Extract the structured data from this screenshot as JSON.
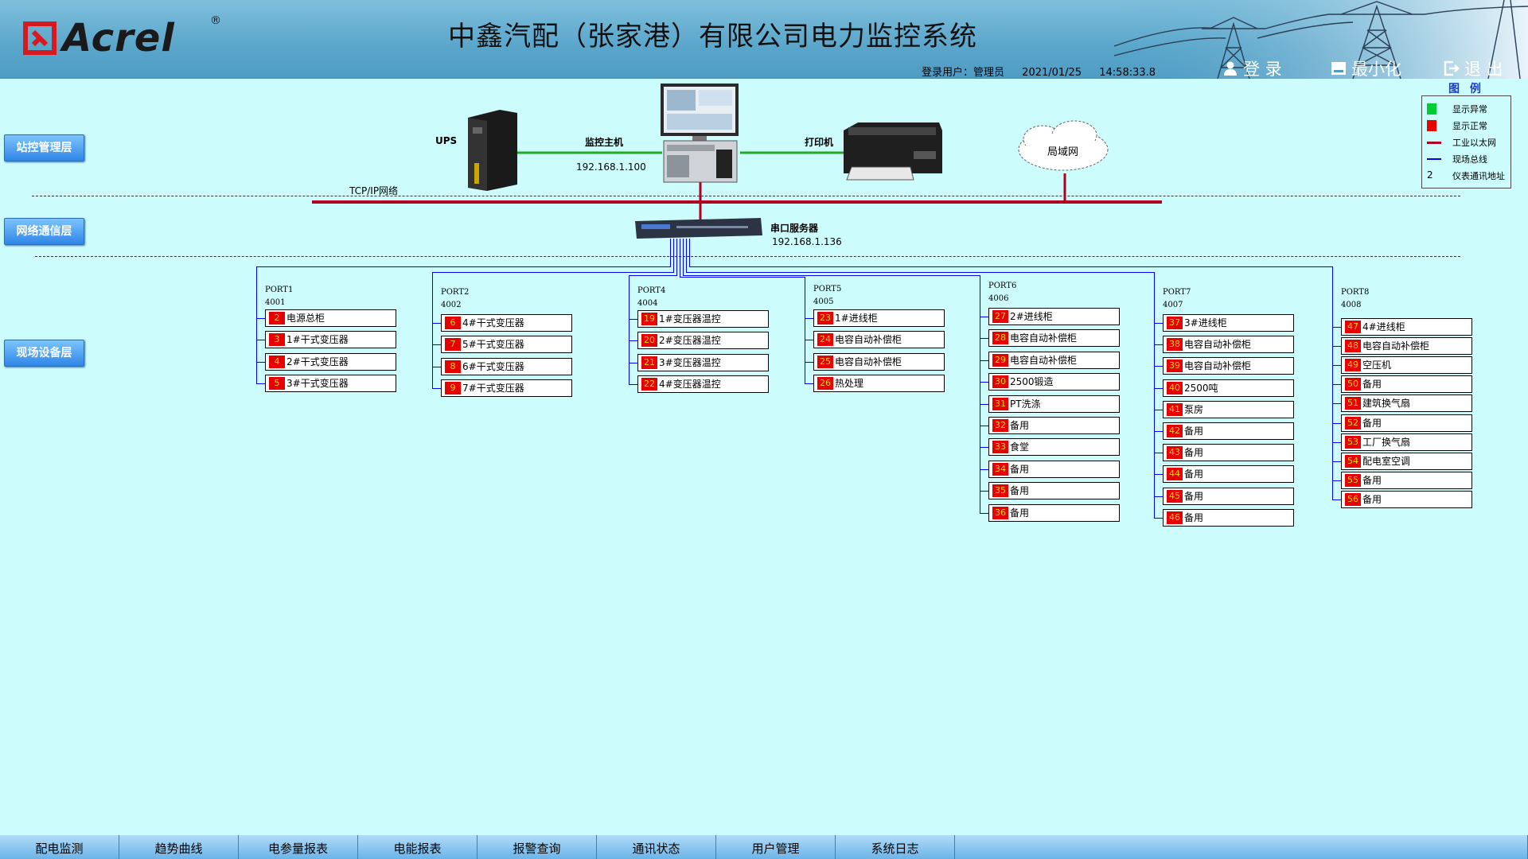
{
  "header": {
    "brand": "Acrel",
    "brand_mark": "®",
    "title": "中鑫汽配（张家港）有限公司电力监控系统",
    "login_user_label": "登录用户：",
    "login_user": "管理员",
    "date": "2021/01/25",
    "time": "14:58:33.8",
    "btn_login": "登 录",
    "btn_minimize": "最小化",
    "btn_exit": "退 出"
  },
  "layers": {
    "station": "站控管理层",
    "network": "网络通信层",
    "field": "现场设备层"
  },
  "topology": {
    "ups_label": "UPS",
    "host_label": "监控主机",
    "host_ip": "192.168.1.100",
    "printer_label": "打印机",
    "lan_label": "局域网",
    "tcpip_label": "TCP/IP网络",
    "serial_label": "串口服务器",
    "serial_ip": "192.168.1.136"
  },
  "legend": {
    "title": "图 例",
    "items": [
      {
        "label": "显示异常",
        "kind": "green"
      },
      {
        "label": "显示正常",
        "kind": "red"
      },
      {
        "label": "工业以太网",
        "kind": "darkred-line"
      },
      {
        "label": "现场总线",
        "kind": "blue-line"
      },
      {
        "label": "仪表通讯地址",
        "kind": "text",
        "text": "2"
      }
    ]
  },
  "colors": {
    "normal": "#e60000",
    "abnormal": "#00cc33",
    "ethernet": "#b00020",
    "fieldbus": "#0000ff",
    "background": "#ccfcfc"
  },
  "ports": [
    {
      "name": "PORT1",
      "code": "4001",
      "devices": [
        {
          "addr": "2",
          "name": "电源总柜"
        },
        {
          "addr": "3",
          "name": "1#干式变压器"
        },
        {
          "addr": "4",
          "name": "2#干式变压器"
        },
        {
          "addr": "5",
          "name": "3#干式变压器"
        }
      ]
    },
    {
      "name": "PORT2",
      "code": "4002",
      "devices": [
        {
          "addr": "6",
          "name": "4#干式变压器"
        },
        {
          "addr": "7",
          "name": "5#干式变压器"
        },
        {
          "addr": "8",
          "name": "6#干式变压器"
        },
        {
          "addr": "9",
          "name": "7#干式变压器"
        }
      ]
    },
    {
      "name": "PORT4",
      "code": "4004",
      "devices": [
        {
          "addr": "19",
          "name": "1#变压器温控"
        },
        {
          "addr": "20",
          "name": "2#变压器温控"
        },
        {
          "addr": "21",
          "name": "3#变压器温控"
        },
        {
          "addr": "22",
          "name": "4#变压器温控"
        }
      ]
    },
    {
      "name": "PORT5",
      "code": "4005",
      "devices": [
        {
          "addr": "23",
          "name": "1#进线柜"
        },
        {
          "addr": "24",
          "name": "电容自动补偿柜"
        },
        {
          "addr": "25",
          "name": "电容自动补偿柜"
        },
        {
          "addr": "26",
          "name": "热处理"
        }
      ]
    },
    {
      "name": "PORT6",
      "code": "4006",
      "devices": [
        {
          "addr": "27",
          "name": "2#进线柜"
        },
        {
          "addr": "28",
          "name": "电容自动补偿柜"
        },
        {
          "addr": "29",
          "name": "电容自动补偿柜"
        },
        {
          "addr": "30",
          "name": "2500锻造"
        },
        {
          "addr": "31",
          "name": "PT洗涤"
        },
        {
          "addr": "32",
          "name": "备用"
        },
        {
          "addr": "33",
          "name": "食堂"
        },
        {
          "addr": "34",
          "name": "备用"
        },
        {
          "addr": "35",
          "name": "备用"
        },
        {
          "addr": "36",
          "name": "备用"
        }
      ]
    },
    {
      "name": "PORT7",
      "code": "4007",
      "devices": [
        {
          "addr": "37",
          "name": "3#进线柜"
        },
        {
          "addr": "38",
          "name": "电容自动补偿柜"
        },
        {
          "addr": "39",
          "name": "电容自动补偿柜"
        },
        {
          "addr": "40",
          "name": "2500吨"
        },
        {
          "addr": "41",
          "name": "泵房"
        },
        {
          "addr": "42",
          "name": "备用"
        },
        {
          "addr": "43",
          "name": "备用"
        },
        {
          "addr": "44",
          "name": "备用"
        },
        {
          "addr": "45",
          "name": "备用"
        },
        {
          "addr": "46",
          "name": "备用"
        }
      ]
    },
    {
      "name": "PORT8",
      "code": "4008",
      "devices": [
        {
          "addr": "47",
          "name": "4#进线柜"
        },
        {
          "addr": "48",
          "name": "电容自动补偿柜"
        },
        {
          "addr": "49",
          "name": "空压机"
        },
        {
          "addr": "50",
          "name": "备用"
        },
        {
          "addr": "51",
          "name": "建筑换气扇"
        },
        {
          "addr": "52",
          "name": "备用"
        },
        {
          "addr": "53",
          "name": "工厂换气扇"
        },
        {
          "addr": "54",
          "name": "配电室空调"
        },
        {
          "addr": "55",
          "name": "备用"
        },
        {
          "addr": "56",
          "name": "备用"
        }
      ]
    }
  ],
  "nav": [
    "配电监测",
    "趋势曲线",
    "电参量报表",
    "电能报表",
    "报警查询",
    "通讯状态",
    "用户管理",
    "系统日志"
  ]
}
